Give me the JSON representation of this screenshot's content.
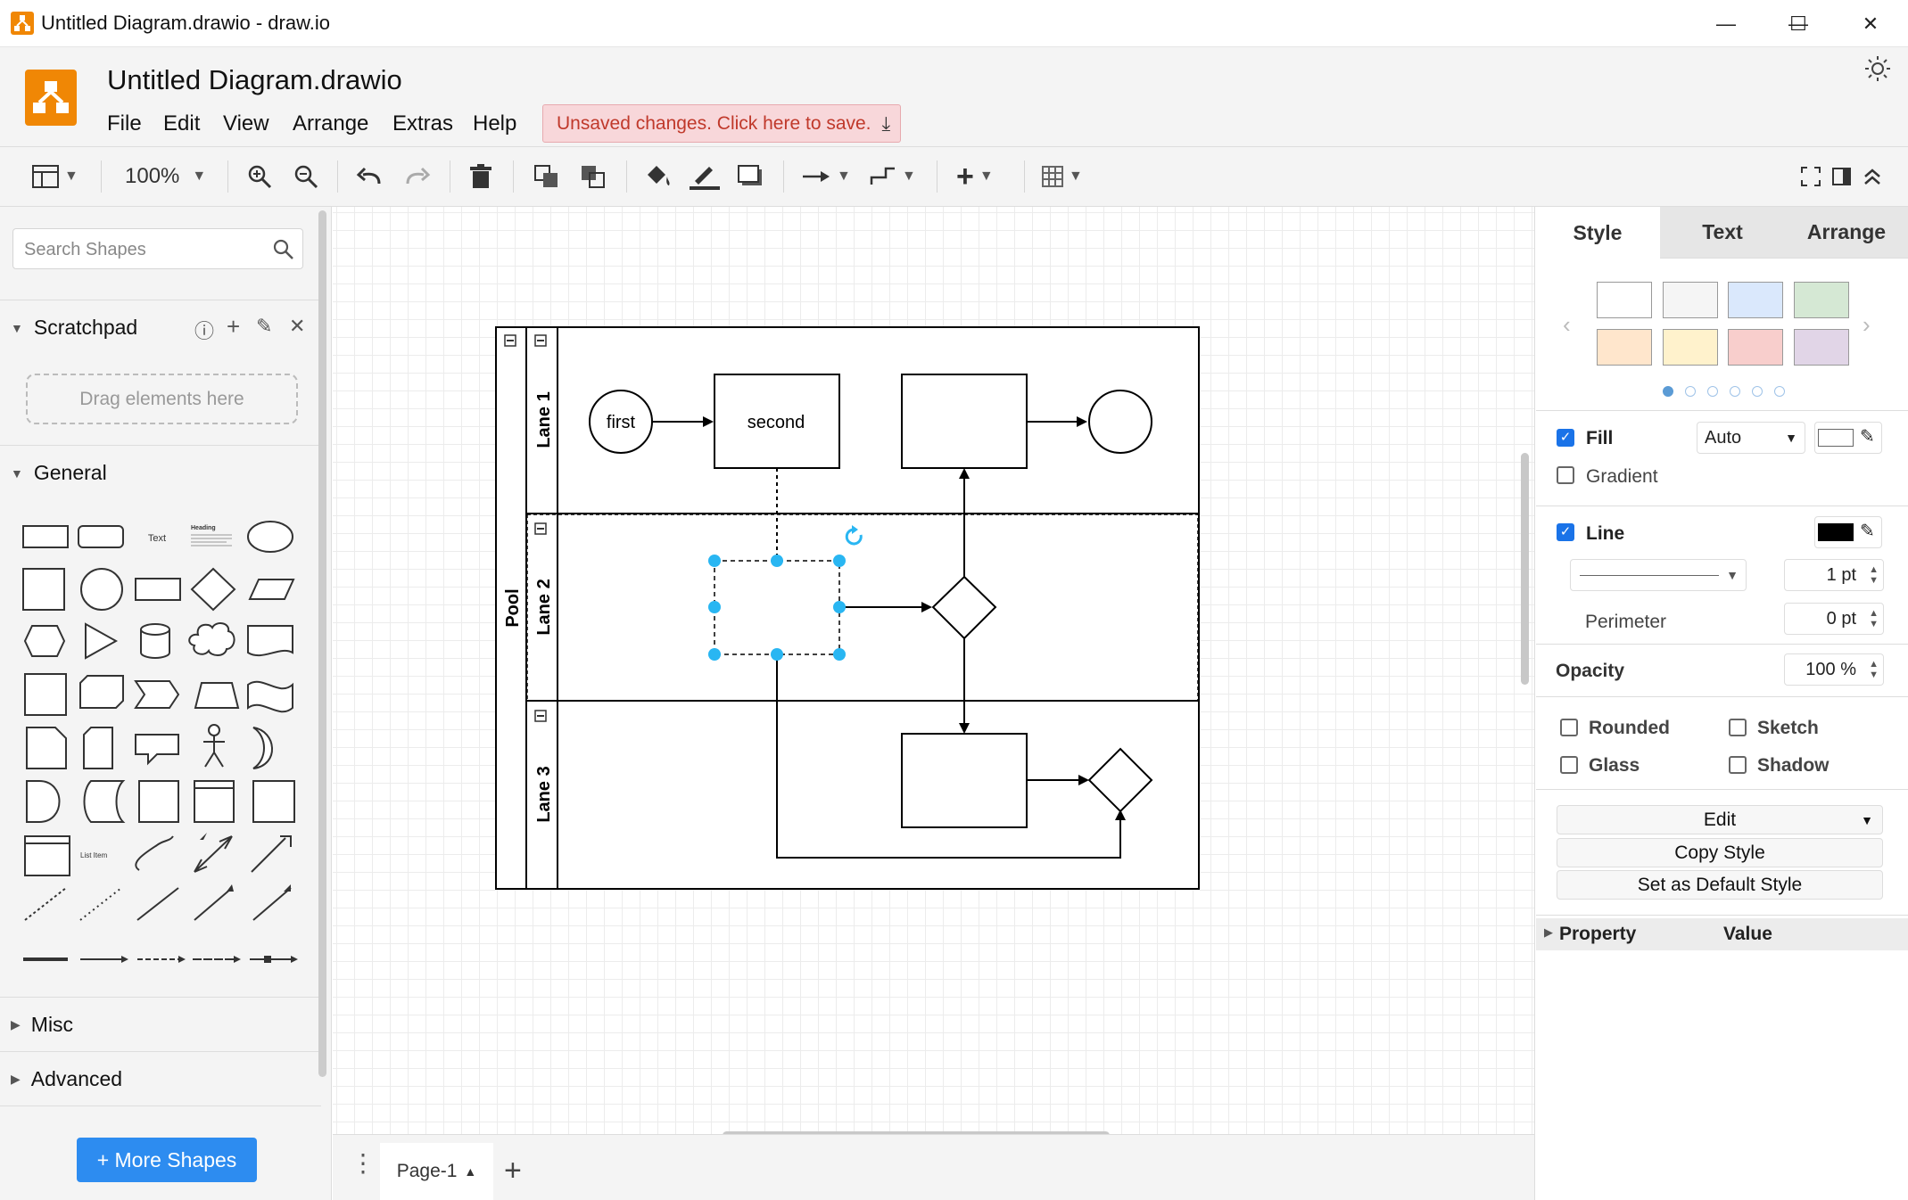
{
  "window": {
    "title": "Untitled Diagram.drawio - draw.io",
    "minimize": "—",
    "maximize": "☐",
    "close": "✕"
  },
  "header": {
    "doc_title": "Untitled Diagram.drawio",
    "menus": [
      "File",
      "Edit",
      "View",
      "Arrange",
      "Extras",
      "Help"
    ],
    "unsaved": "Unsaved changes. Click here to save."
  },
  "toolbar": {
    "zoom": "100%"
  },
  "left": {
    "search_placeholder": "Search Shapes",
    "scratchpad": "Scratchpad",
    "drag_here": "Drag elements here",
    "general": "General",
    "misc": "Misc",
    "advanced": "Advanced",
    "more_shapes": "+ More Shapes",
    "shape_text": "Text",
    "shape_heading": "Heading",
    "shape_list_item": "List Item"
  },
  "diagram": {
    "pool": "Pool",
    "lanes": [
      "Lane 1",
      "Lane 2",
      "Lane 3"
    ],
    "first": "first",
    "second": "second"
  },
  "pages": {
    "current": "Page-1"
  },
  "right": {
    "tabs": [
      "Style",
      "Text",
      "Arrange"
    ],
    "fill": "Fill",
    "fill_mode": "Auto",
    "gradient": "Gradient",
    "line": "Line",
    "line_width": "1 pt",
    "perimeter": "Perimeter",
    "perimeter_value": "0 pt",
    "opacity": "Opacity",
    "opacity_value": "100 %",
    "rounded": "Rounded",
    "sketch": "Sketch",
    "glass": "Glass",
    "shadow": "Shadow",
    "edit": "Edit",
    "copy_style": "Copy Style",
    "set_default": "Set as Default Style",
    "property": "Property",
    "value": "Value",
    "swatches": [
      "#ffffff",
      "#f5f5f5",
      "#dae8fc",
      "#d5e8d4",
      "#ffe6cc",
      "#fff2cc",
      "#f8cecc",
      "#e1d5e7"
    ]
  }
}
